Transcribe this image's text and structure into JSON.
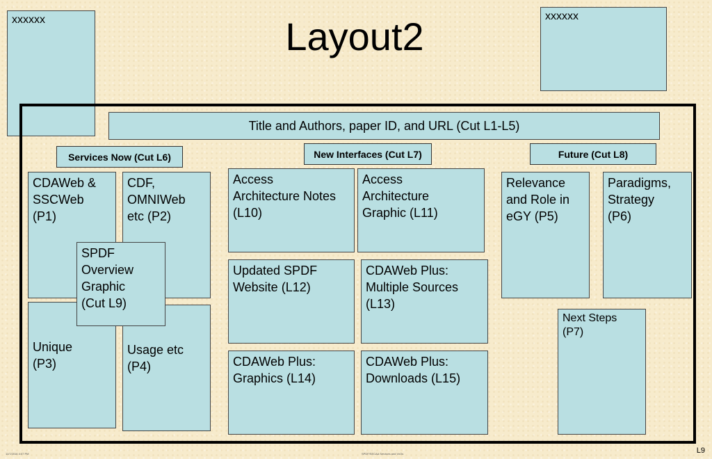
{
  "title": "Layout2",
  "placeholders": {
    "left": "xxxxxx",
    "right": "xxxxxx"
  },
  "header_bar": "Title and Authors, paper ID, and URL (Cut L1-L5)",
  "sections": {
    "services": "Services Now (Cut L6)",
    "interfaces": "New Interfaces (Cut L7)",
    "future": "Future (Cut L8)"
  },
  "boxes": {
    "p1": "CDAWeb &\nSSCWeb\n(P1)",
    "p2": "CDF,\nOMNIWeb\netc (P2)",
    "l9": "SPDF\nOverview\nGraphic\n(Cut L9)",
    "p3": "Unique\n(P3)",
    "p4": "Usage etc\n(P4)",
    "l10": "Access\nArchitecture Notes\n(L10)",
    "l11": "Access\nArchitecture\nGraphic (L11)",
    "l12": "Updated SPDF\nWebsite (L12)",
    "l13": "CDAWeb Plus:\nMultiple Sources\n(L13)",
    "l14": "CDAWeb Plus:\nGraphics (L14)",
    "l15": "CDAWeb Plus:\n Downloads (L15)",
    "p5": "Relevance\nand Role in\neGY (P5)",
    "p6": "Paradigms,\nStrategy\n(P6)",
    "p7": "Next Steps\n(P7)"
  },
  "footer": {
    "left": "11/7/2016 4:07 PM",
    "center": "SPDF/SECAA Services and VxOs",
    "page": "L9"
  }
}
